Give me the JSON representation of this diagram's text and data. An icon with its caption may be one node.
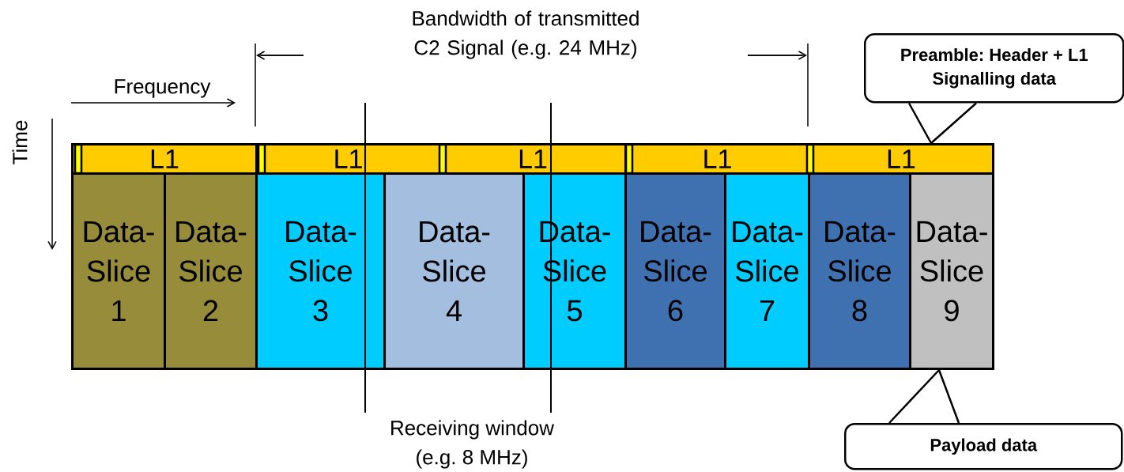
{
  "diagram": {
    "nodes": [
      {
        "text": [
          "L1"
        ]
      },
      {
        "text": [
          "L1"
        ]
      },
      {
        "text": [
          "L1"
        ]
      },
      {
        "text": [
          "L1"
        ]
      },
      {
        "text": [
          "L1"
        ]
      },
      {
        "text": [
          "Data- Slice 1"
        ]
      },
      {
        "text": [
          "Data- Slice 2"
        ]
      },
      {
        "text": [
          "Data- Slice 3"
        ]
      },
      {
        "text": [
          "Data- Slice 4"
        ]
      },
      {
        "text": [
          "Data- Slice 5"
        ]
      },
      {
        "text": [
          "Data- Slice 6"
        ]
      },
      {
        "text": [
          "Data- Slice 7"
        ]
      },
      {
        "text": [
          "Data- Slice 8"
        ]
      },
      {
        "text": [
          "Data- Slice 9"
        ]
      },
      {
        "text": [
          "Preamble: Header + L1 Signalling data"
        ]
      },
      {
        "text": [
          "Payload data"
        ]
      }
    ],
    "edges": [
      {
        "from": 14,
        "to": 4,
        "arrow": "none"
      },
      {
        "from": 15,
        "to": 13,
        "arrow": "none"
      }
    ],
    "labels": [
      "Bandwidth of transmitted C2 Signal (e.g. 24 MHz)",
      "Frequency",
      "Time",
      "Receiving window (e.g. 8 MHz)"
    ]
  }
}
